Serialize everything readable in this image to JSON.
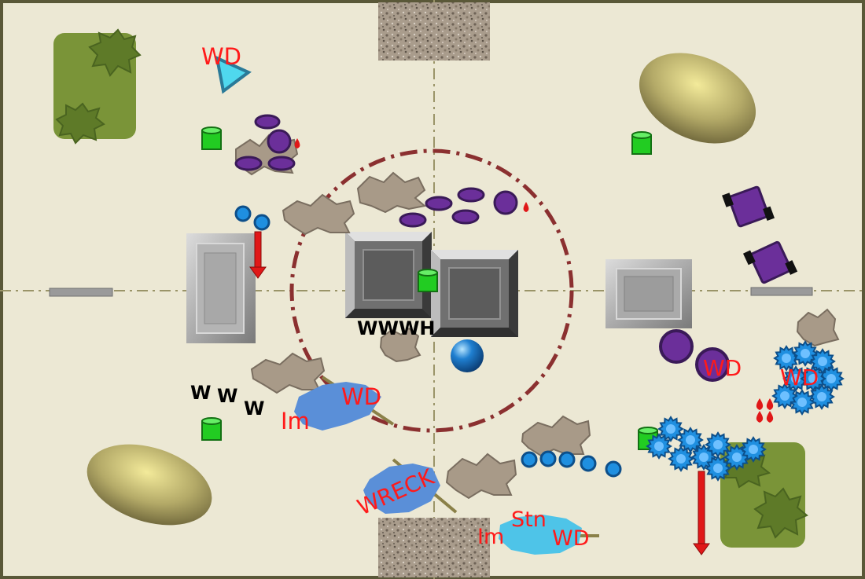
{
  "board": {
    "title": "",
    "colors": {
      "table": "#ece8d4",
      "border": "#5a5838",
      "objective_circle": "#8b3030",
      "status_text": "#ff1a1a",
      "wound_text": "#000000",
      "purple_faction": "#6b2f9a",
      "blue_faction": "#1f8fe0",
      "cover_green": "#7a9438",
      "objective_marker": "#22cc22"
    }
  },
  "objective_markers": [
    {
      "id": "obj-1"
    },
    {
      "id": "obj-2"
    },
    {
      "id": "obj-3"
    },
    {
      "id": "obj-4"
    },
    {
      "id": "obj-5"
    }
  ],
  "tokens": {
    "wd_top_left": "WD",
    "wwwh_center": "WWWH",
    "w_left_1": "W",
    "w_left_2": "W",
    "w_left_3": "W",
    "wd_left_wreck": "WD",
    "im_left": "Im",
    "wreck_label": "WRECK",
    "stn_bottom": "Stn",
    "im_bottom": "Im",
    "wd_bottom": "WD",
    "wd_right_purple": "WD",
    "wd_right_blue": "WD"
  },
  "icons": {
    "blood_drop": "blood-drop-icon",
    "movement_arrow": "red-down-arrow-icon",
    "objective": "green-cylinder-icon"
  }
}
